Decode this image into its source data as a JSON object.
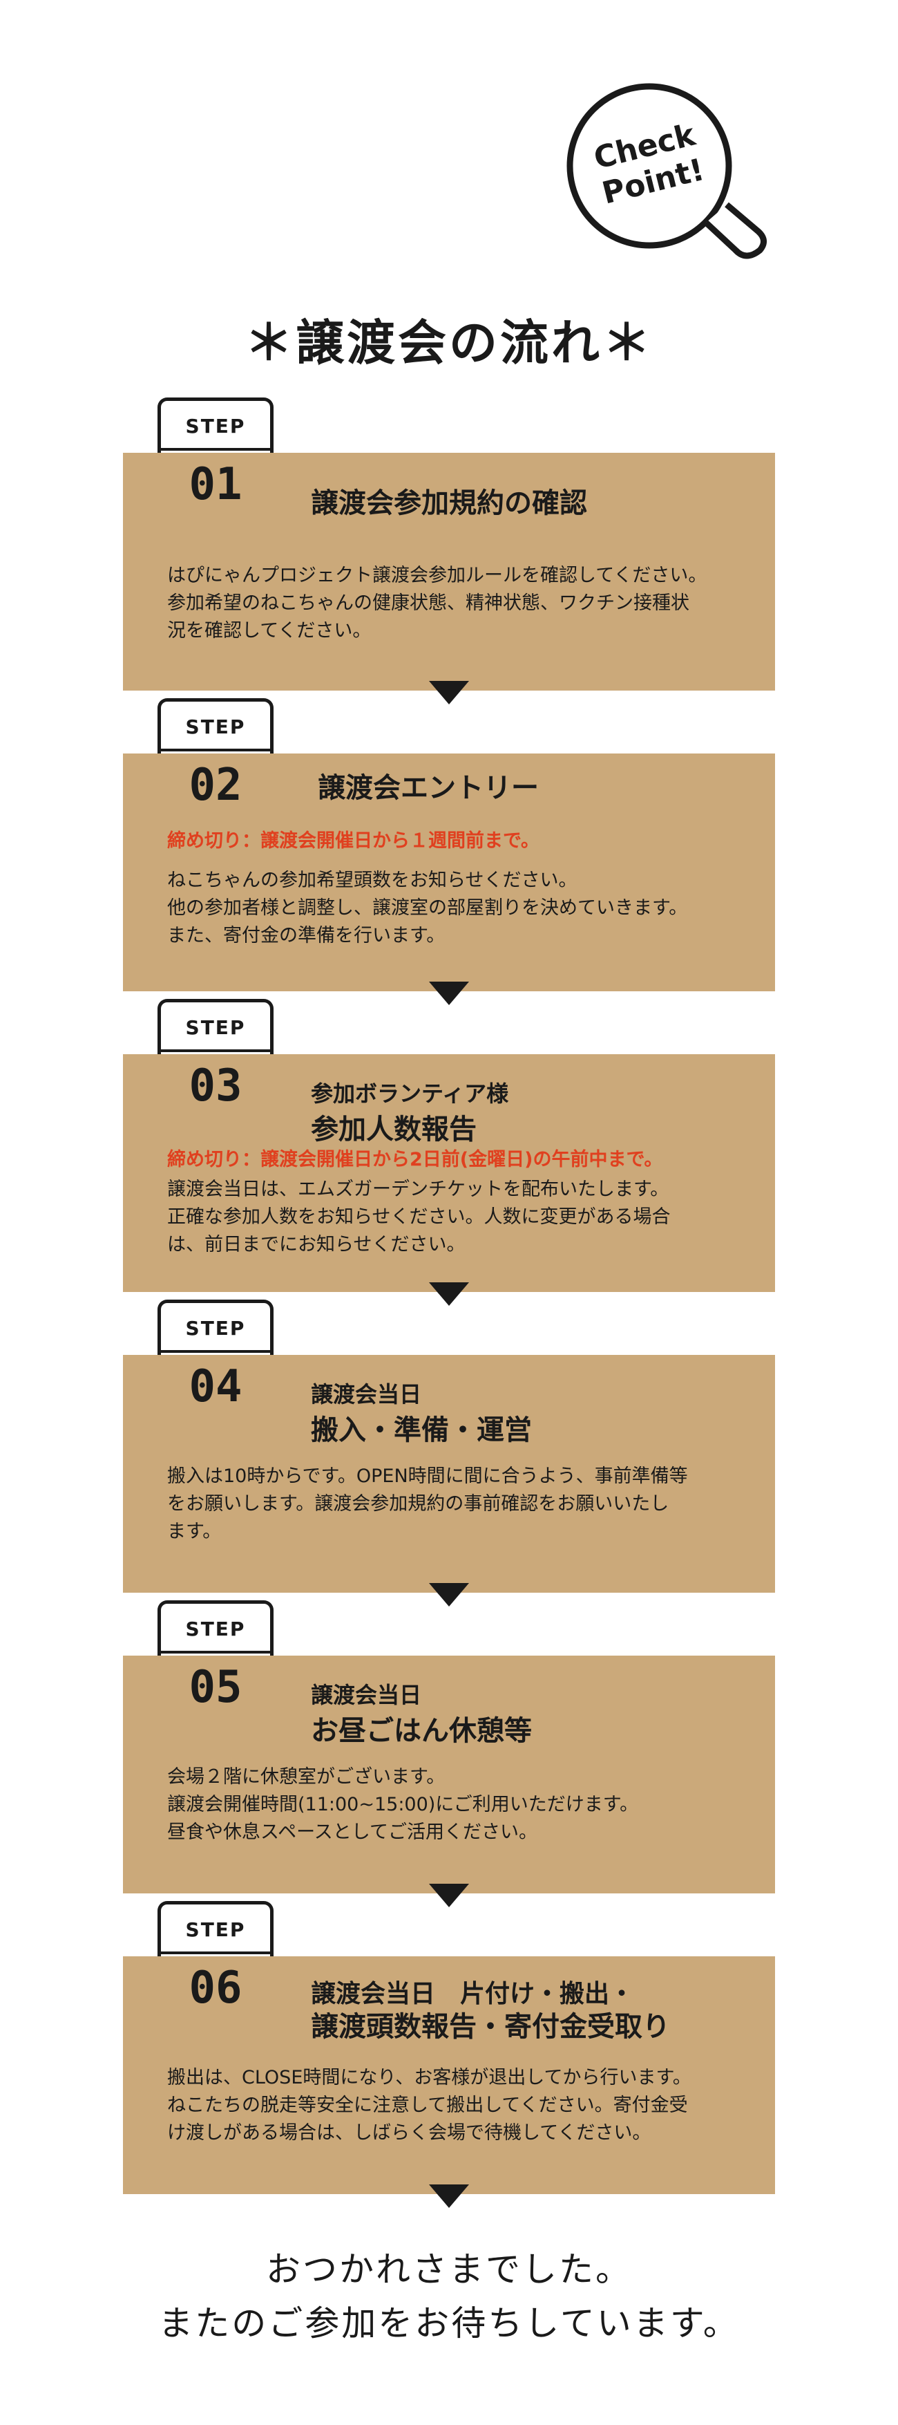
{
  "badge": {
    "line1": "Check",
    "line2": "Point!"
  },
  "title": "＊譲渡会の流れ＊",
  "step_label": "STEP",
  "steps": [
    {
      "num": "01",
      "sub": "",
      "main": "譲渡会参加規約の確認",
      "deadline": "",
      "lines": [
        "はぴにゃんプロジェクト譲渡会参加ルールを確認してください。",
        "参加希望のねこちゃんの健康状態、精神状態、ワクチン接種状",
        "況を確認してください。"
      ]
    },
    {
      "num": "02",
      "sub": "",
      "main": "譲渡会エントリー",
      "deadline": "締め切り：譲渡会開催日から１週間前まで。",
      "lines": [
        "ねこちゃんの参加希望頭数をお知らせください。",
        "他の参加者様と調整し、譲渡室の部屋割りを決めていきます。",
        "また、寄付金の準備を行います。"
      ]
    },
    {
      "num": "03",
      "sub": "参加ボランティア様",
      "main": "参加人数報告",
      "deadline": "締め切り：譲渡会開催日から2日前(金曜日)の午前中まで。",
      "lines": [
        "譲渡会当日は、エムズガーデンチケットを配布いたします。",
        "正確な参加人数をお知らせください。人数に変更がある場合",
        "は、前日までにお知らせください。"
      ]
    },
    {
      "num": "04",
      "sub": "譲渡会当日",
      "main": "搬入・準備・運営",
      "deadline": "",
      "lines": [
        "搬入は10時からです。OPEN時間に間に合うよう、事前準備等",
        "をお願いします。譲渡会参加規約の事前確認をお願いいたし",
        "ます。"
      ]
    },
    {
      "num": "05",
      "sub": "譲渡会当日",
      "main": "お昼ごはん休憩等",
      "deadline": "",
      "lines": [
        "会場２階に休憩室がございます。",
        "譲渡会開催時間(11:00~15:00)にご利用いただけます。",
        "昼食や休息スペースとしてご活用ください。"
      ]
    },
    {
      "num": "06",
      "sub": "",
      "main": "譲渡会当日　片付け・搬出・",
      "main2": "譲渡頭数報告・寄付金受取り",
      "deadline": "",
      "lines": [
        "搬出は、CLOSE時間になり、お客様が退出してから行います。",
        "ねこたちの脱走等安全に注意して搬出してください。寄付金受",
        "け渡しがある場合は、しばらく会場で待機してください。"
      ]
    }
  ],
  "closing": {
    "line1": "おつかれさまでした。",
    "line2": "またのご参加をお待ちしています。"
  }
}
